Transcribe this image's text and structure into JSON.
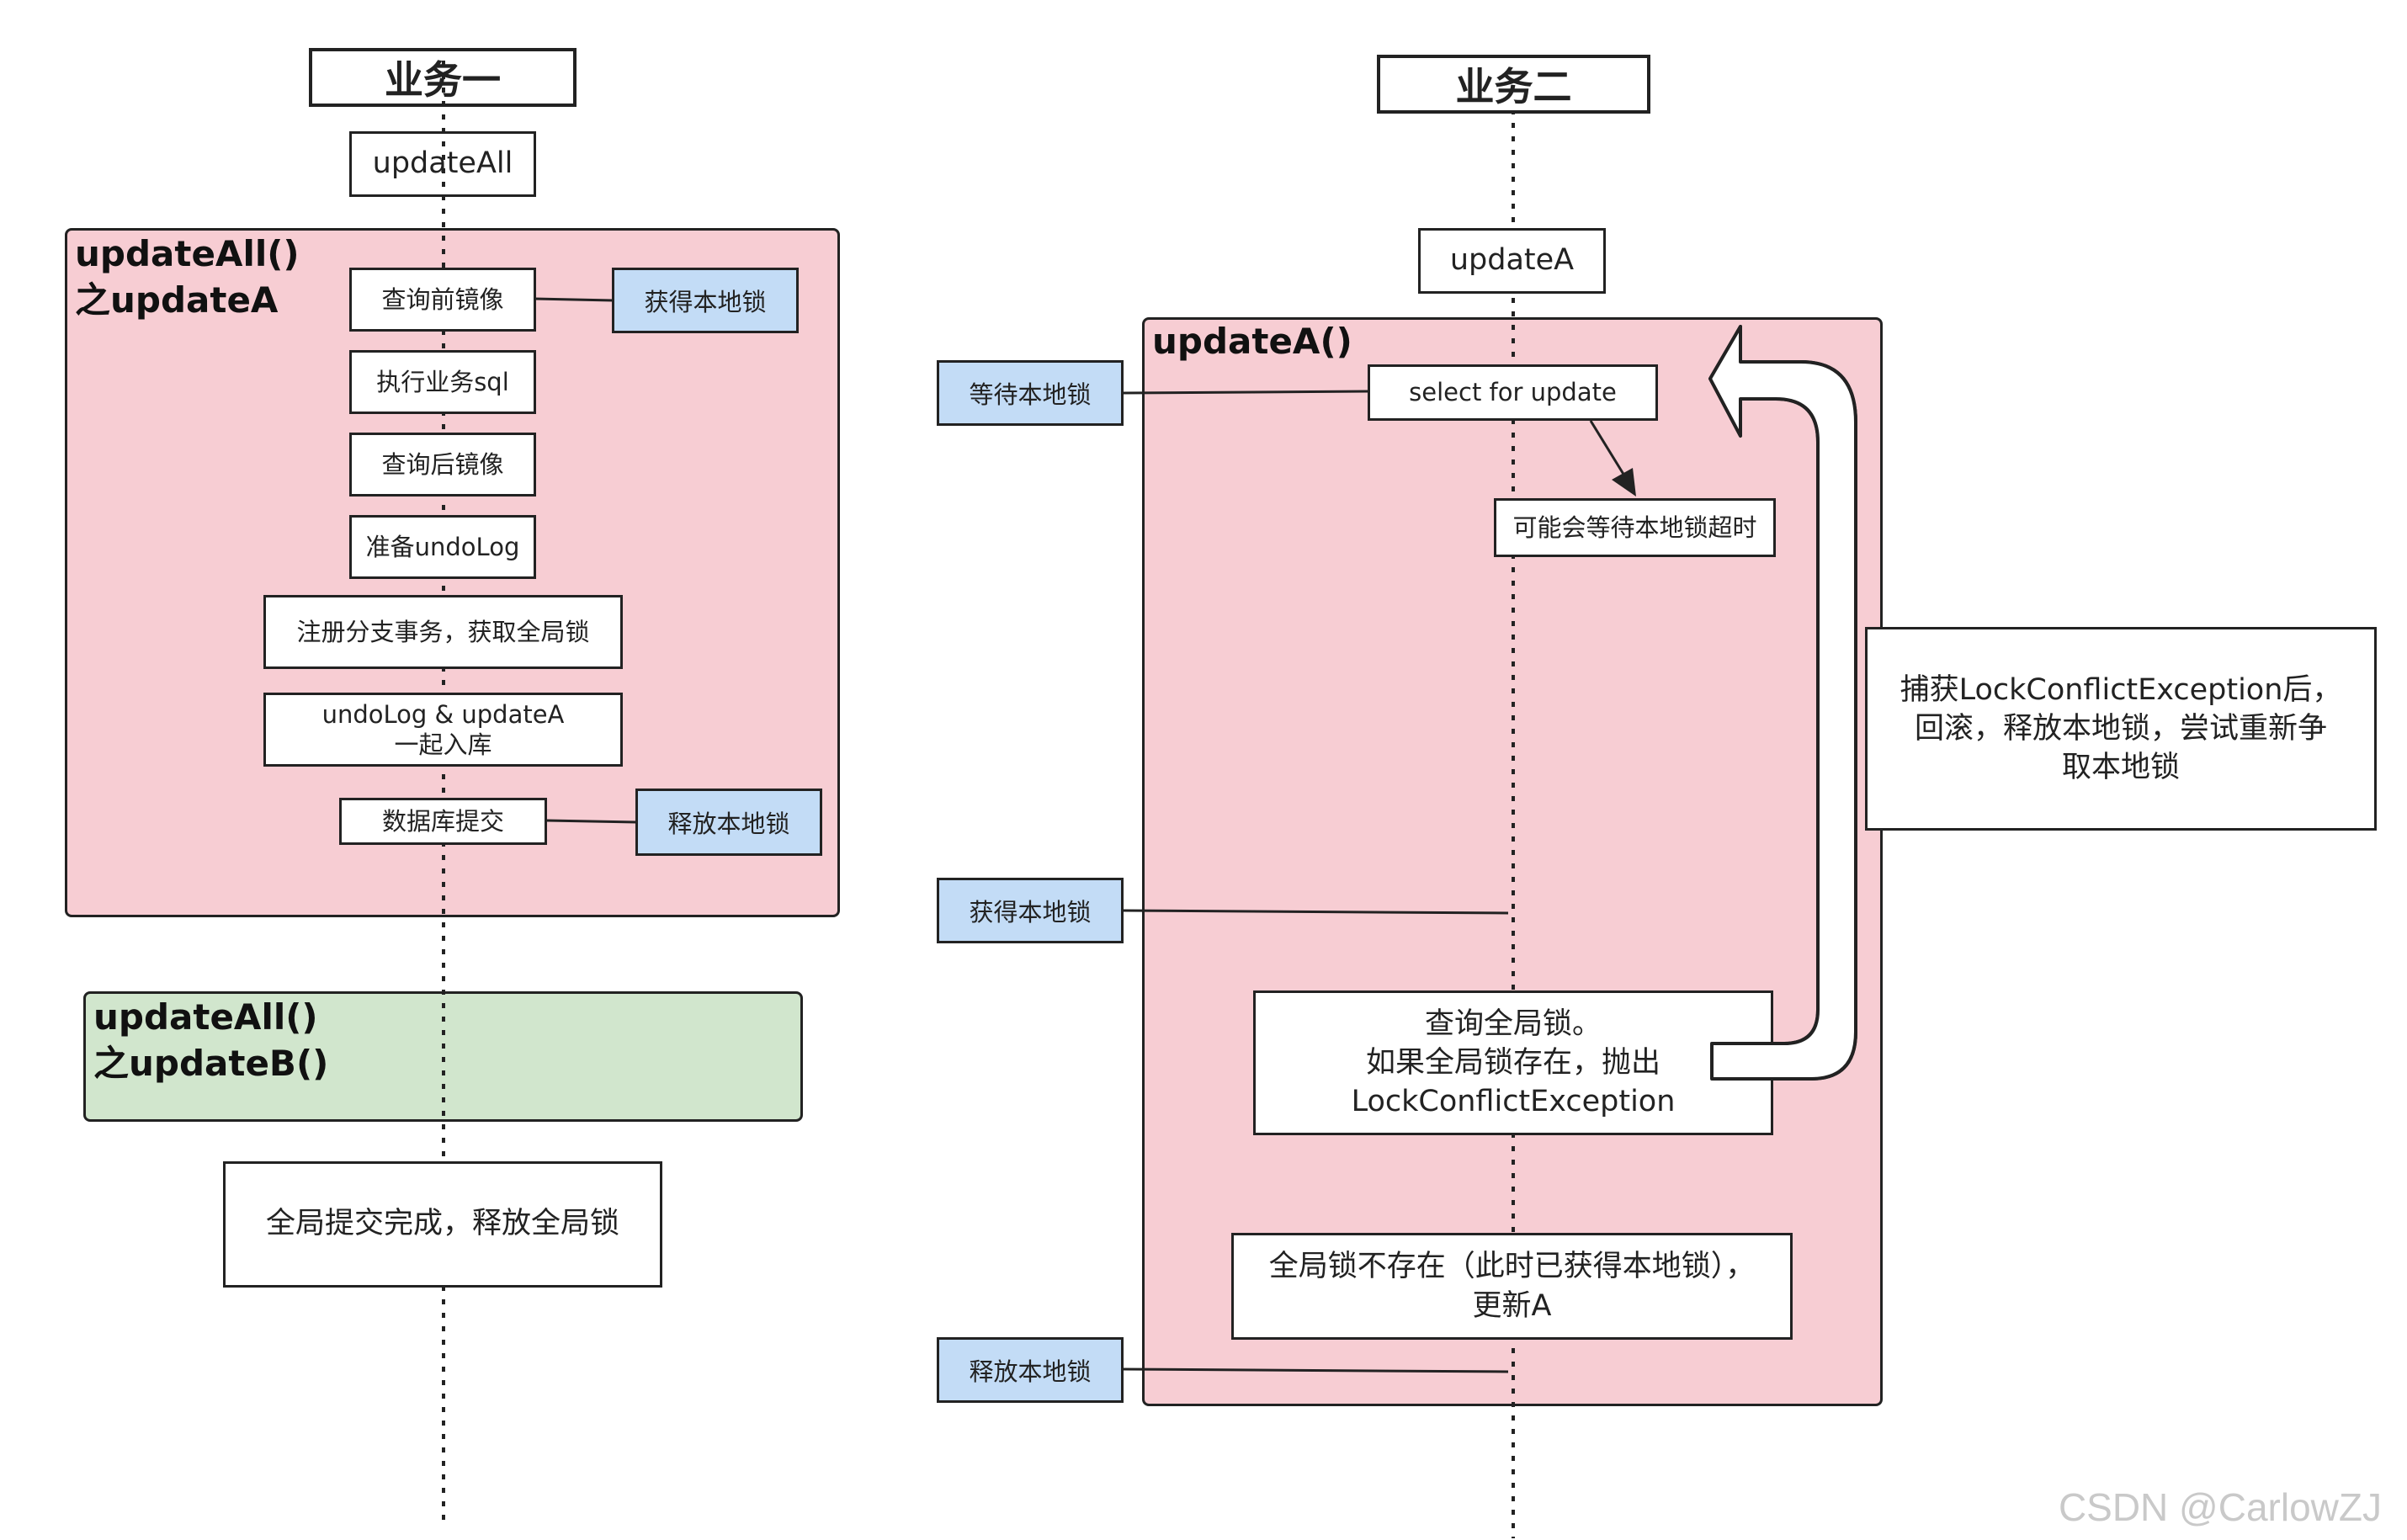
{
  "lanes": {
    "left": {
      "title": "业务一"
    },
    "right": {
      "title": "业务二"
    }
  },
  "left": {
    "update_all": "updateAll",
    "region_update_a": "updateAll()\n之updateA",
    "steps": [
      "查询前镜像",
      "执行业务sql",
      "查询后镜像",
      "准备undoLog",
      "注册分支事务，获取全局锁",
      "undoLog & updateA\n一起入库",
      "数据库提交"
    ],
    "acquire_local_lock": "获得本地锁",
    "release_local_lock": "释放本地锁",
    "region_update_b": "updateAll()\n之updateB()",
    "global_commit": "全局提交完成，释放全局锁"
  },
  "right": {
    "update_a": "updateA",
    "region_label": "updateA()",
    "select_for_update": "select for update",
    "wait_timeout": "可能会等待本地锁超时",
    "wait_local_lock": "等待本地锁",
    "acquire_local_lock": "获得本地锁",
    "release_local_lock": "释放本地锁",
    "query_global_lock": "查询全局锁。\n如果全局锁存在，抛出\nLockConflictException",
    "global_lock_absent": "全局锁不存在（此时已获得本地锁），\n更新A",
    "retry_note": "捕获LockConflictException后，\n回滚，释放本地锁，尝试重新争\n取本地锁"
  },
  "watermark": "CSDN @CarlowZJ",
  "colors": {
    "pink_region": "#f7cdd3",
    "green_region": "#d1e6cd",
    "blue_box": "#c3dcf6",
    "line": "#222222"
  }
}
